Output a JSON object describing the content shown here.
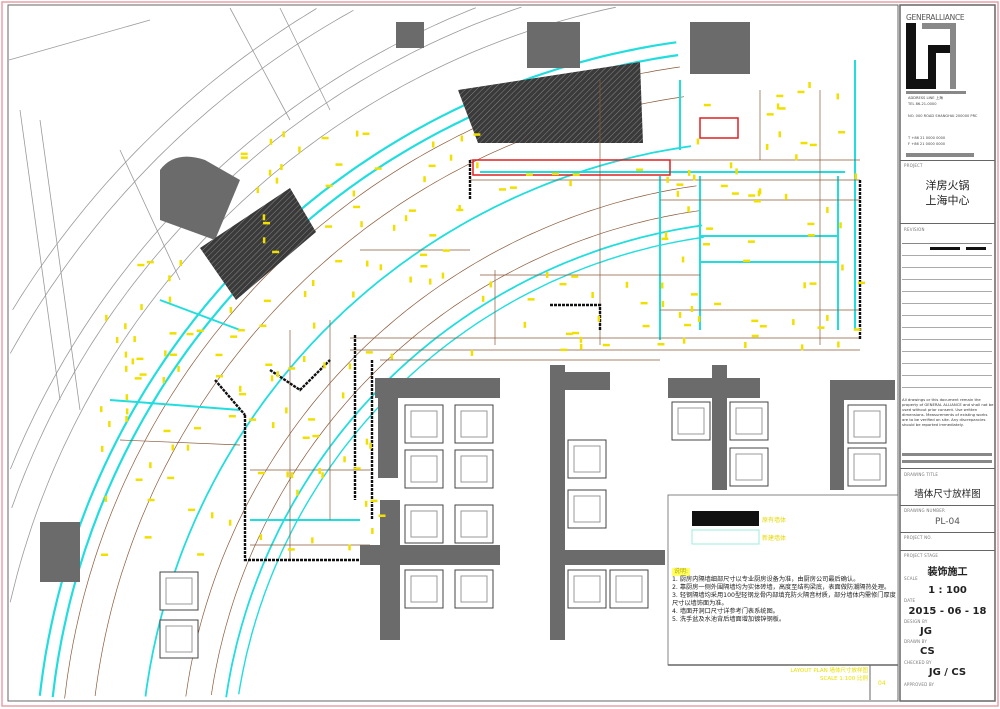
{
  "firm": {
    "name": "GENERALLIANCE",
    "address_lines": [
      "ADDRESS LINE 上海",
      "TEL 86-21-0000",
      "NO. 000 ROAD SHANGHAI 200000 PRC",
      "T +86 21 0000 0000",
      "F +86 21 0000 0000"
    ]
  },
  "title_block": {
    "project_label": "PROJECT",
    "project_name_1": "洋房火锅",
    "project_name_2": "上海中心",
    "revision_label": "REVISION",
    "disclaimer": "All drawings or this document remain the property of GENERAL ALLIANCE and shall not be used without prior consent. Use written dimensions. Measurements of existing works are to be verified on site. Any discrepancies should be reported immediately.",
    "drawing_title_label": "DRAWING TITLE",
    "drawing_title": "墙体尺寸放样图",
    "drawing_number_label": "DRAWING NUMBER",
    "drawing_number": "PL-04",
    "project_no_label": "PROJECT NO.",
    "project_stage_label": "PROJECT STAGE",
    "project_stage": "装饰施工",
    "scale_label": "SCALE",
    "scale": "1 : 100",
    "date_label": "DATE",
    "date": "2015 - 06 - 18",
    "design_by_label": "DESIGN BY",
    "design_by": "JG",
    "drawn_by_label": "DRAWN BY",
    "drawn_by": "CS",
    "checked_by_label": "CHECKED BY",
    "checked_by": "JG / CS",
    "approved_by_label": "APPROVED BY"
  },
  "legend": {
    "existing_wall": "原有墙体",
    "new_wall": "新建墙体"
  },
  "notes": {
    "header": "说明:",
    "items": [
      "1. 厨房内隔墙细部尺寸以专业厨房设备为准，由厨房公司最后确认。",
      "2. 靠厨房一侧外围隔墙均为实体砖墙，高度至结构梁底，表面做防潮隔热处理。",
      "3. 轻钢隔墙均采用100型轻钢龙骨内部填充防火隔音材质，部分墙体内需修门厚度尺寸以墙饰面为准。",
      "4. 墙面开洞口尺寸详参考门表系统图。",
      "5. 洗手盆及水池背后墙面增加镀锌钢板。"
    ]
  },
  "strip": {
    "line1": "LAYOUT PLAN 墙体尺寸放样图",
    "line2": "SCALE 1:100 比例",
    "sheet": "04"
  },
  "colors": {
    "wall_new": "#22dddd",
    "dimension": "#8a5a3a",
    "dim_text": "#f0e000",
    "existing": "#6b6b6b",
    "highlight": "#e02020",
    "border": "#e8a0a8"
  }
}
